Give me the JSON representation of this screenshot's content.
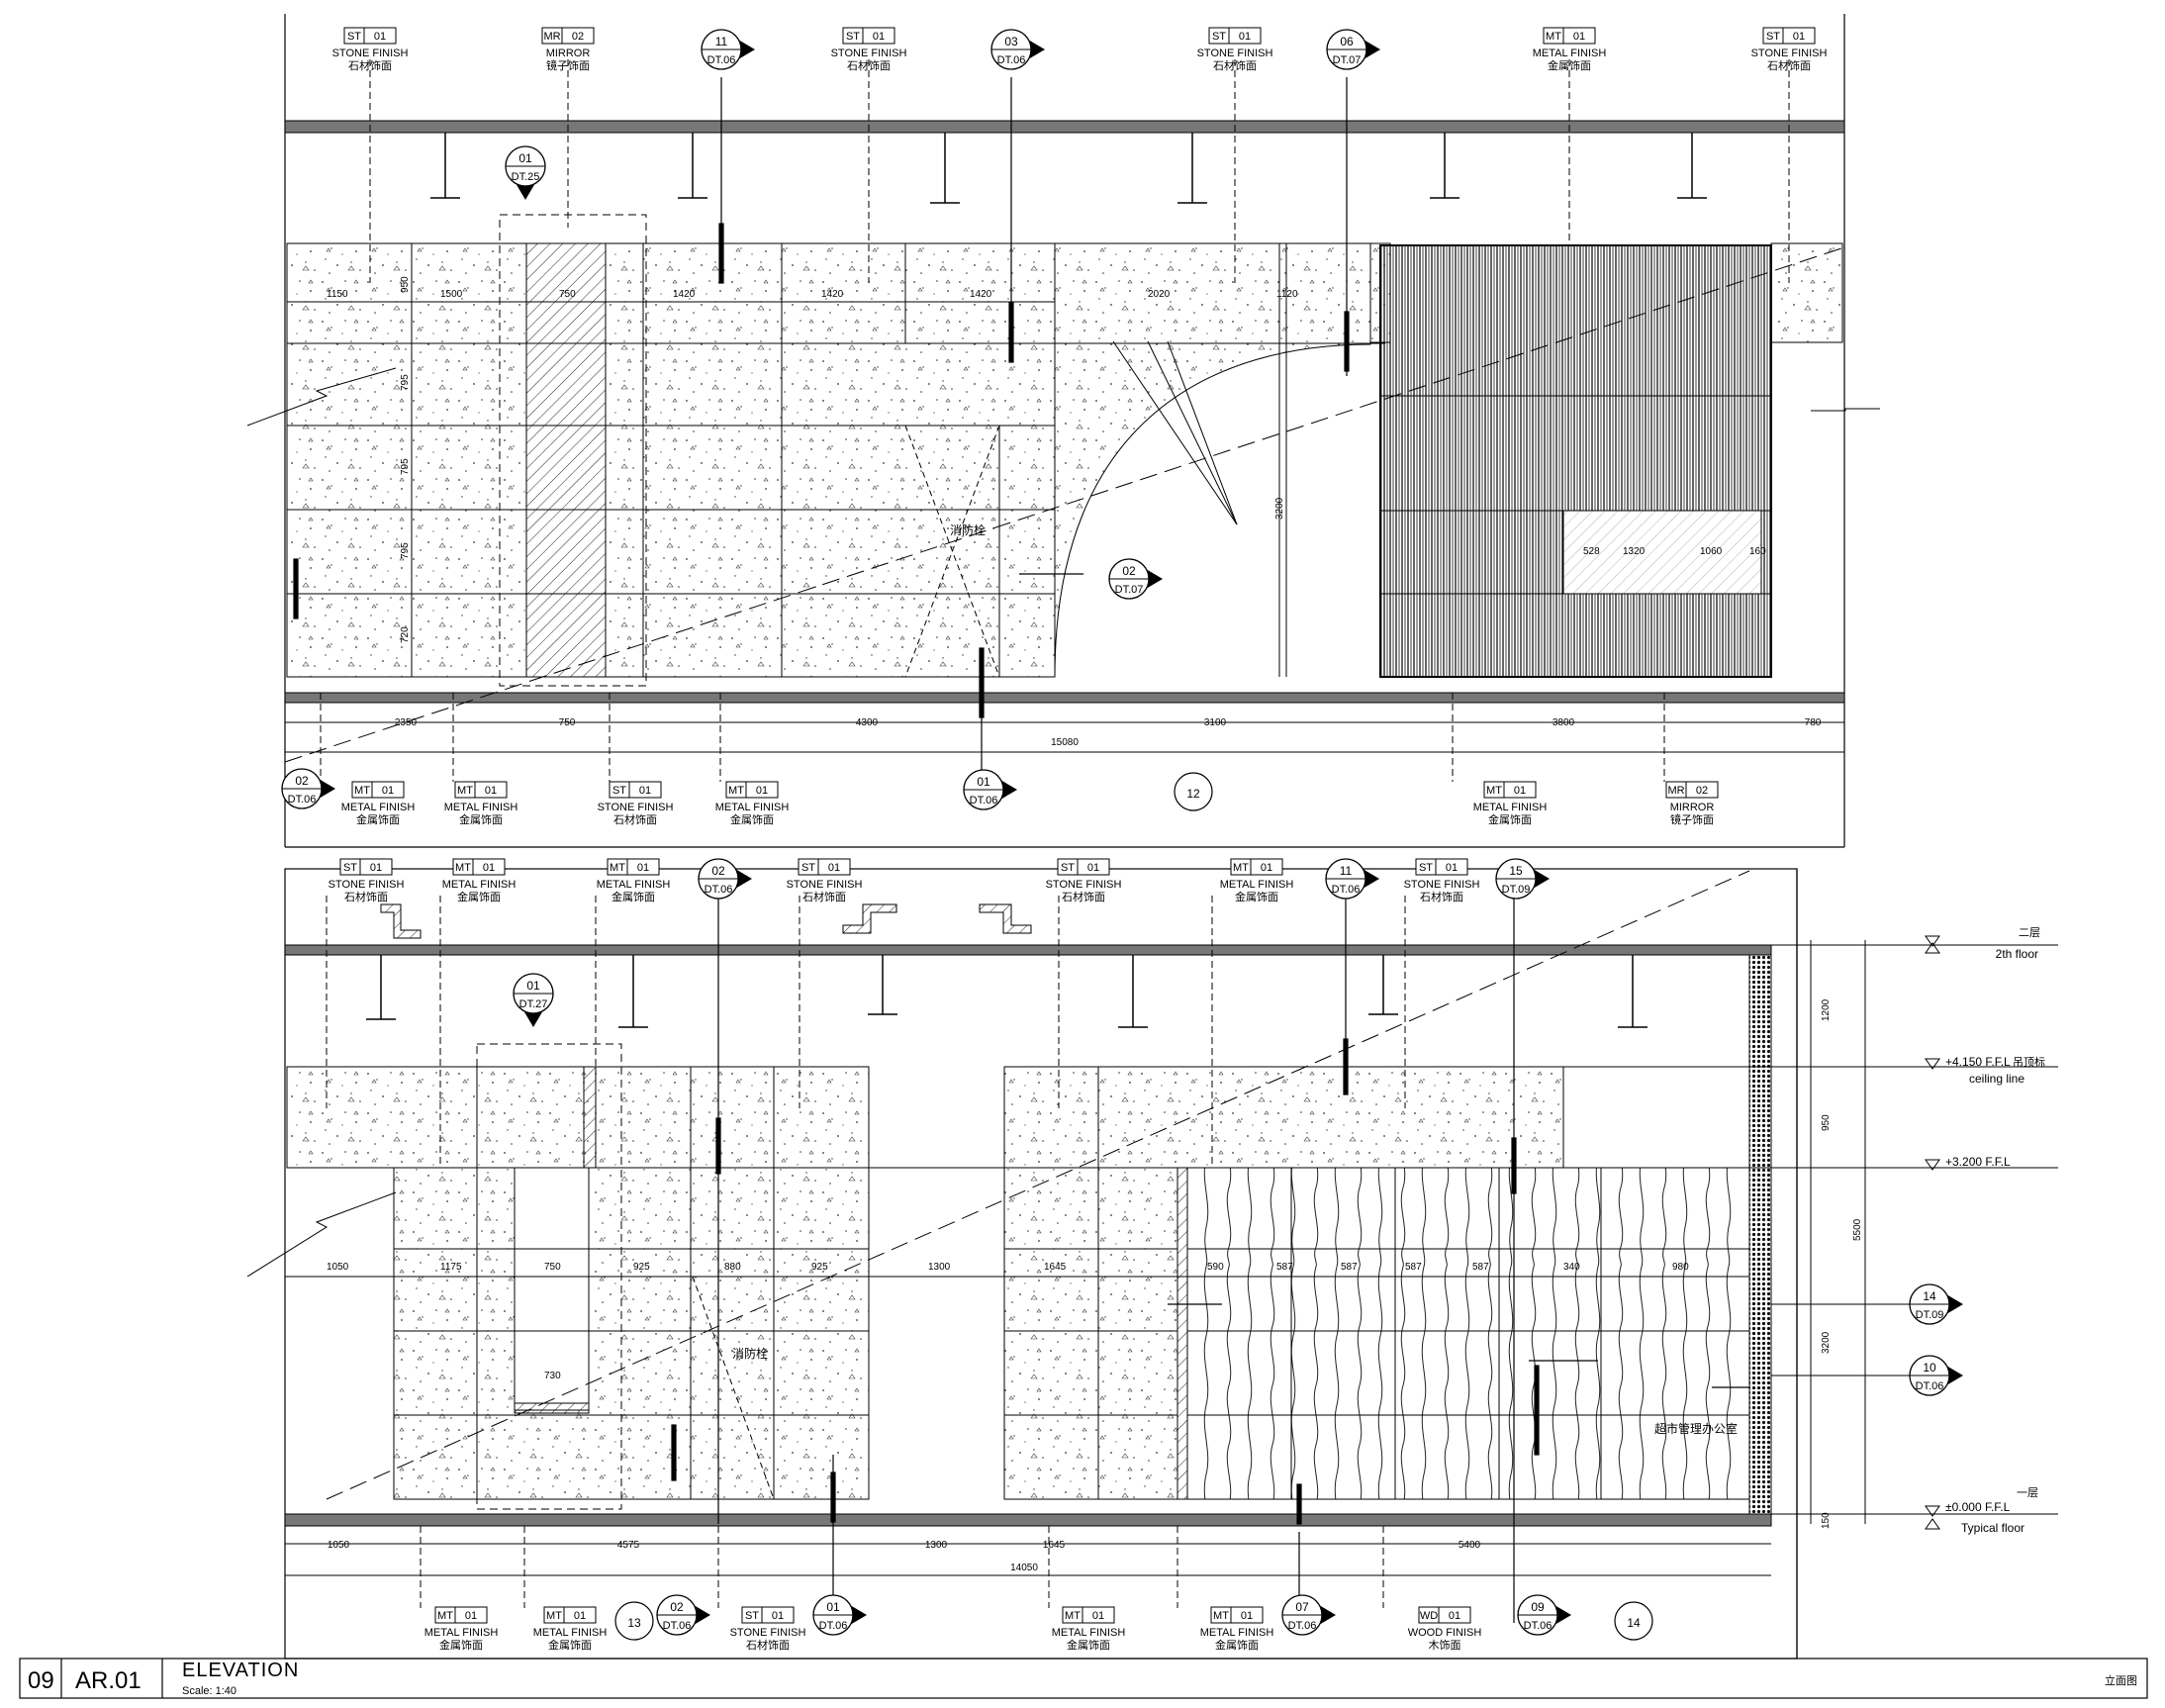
{
  "title_block": {
    "sheet_no": "09",
    "drawing_ref": "AR.01",
    "title": "ELEVATION",
    "scale": "Scale: 1:40",
    "title_cn": "立面图"
  },
  "upper_elevation": {
    "top_tags": [
      {
        "code": "ST",
        "num": "01",
        "en": "STONE FINISH",
        "cn": "石材饰面"
      },
      {
        "code": "MR",
        "num": "02",
        "en": "MIRROR",
        "cn": "镜子饰面"
      },
      {
        "code": "ST",
        "num": "01",
        "en": "STONE FINISH",
        "cn": "石材饰面"
      },
      {
        "code": "ST",
        "num": "01",
        "en": "STONE FINISH",
        "cn": "石材饰面"
      },
      {
        "code": "MT",
        "num": "01",
        "en": "METAL FINISH",
        "cn": "金属饰面"
      },
      {
        "code": "ST",
        "num": "01",
        "en": "STONE FINISH",
        "cn": "石材饰面"
      }
    ],
    "top_details": [
      {
        "num": "11",
        "ref": "DT.06"
      },
      {
        "num": "03",
        "ref": "DT.06"
      },
      {
        "num": "06",
        "ref": "DT.07"
      }
    ],
    "bottom_tags": [
      {
        "code": "MT",
        "num": "01",
        "en": "METAL FINISH",
        "cn": "金属饰面"
      },
      {
        "code": "MT",
        "num": "01",
        "en": "METAL FINISH",
        "cn": "金属饰面"
      },
      {
        "code": "ST",
        "num": "01",
        "en": "STONE FINISH",
        "cn": "石材饰面"
      },
      {
        "code": "MT",
        "num": "01",
        "en": "METAL FINISH",
        "cn": "金属饰面"
      },
      {
        "code": "MT",
        "num": "01",
        "en": "METAL FINISH",
        "cn": "金属饰面"
      },
      {
        "code": "MR",
        "num": "02",
        "en": "MIRROR",
        "cn": "镜子饰面"
      }
    ],
    "bottom_details": [
      {
        "num": "02",
        "ref": "DT.06"
      },
      {
        "num": "01",
        "ref": "DT.06"
      }
    ],
    "detail_mirror": {
      "num": "01",
      "ref": "DT.25"
    },
    "detail_curve": {
      "num": "02",
      "ref": "DT.07"
    },
    "grid_bubble": "12",
    "fire_hydrant_label": "消防栓",
    "dims_total": "15080",
    "dims": [
      "2350",
      "750",
      "4300",
      "3100",
      "3800",
      "780"
    ],
    "row_dims": [
      "1150",
      "1500",
      "750",
      "1420",
      "1420",
      "1420",
      "2020",
      "1120"
    ],
    "v_dims": [
      "950",
      "795",
      "795",
      "795",
      "720"
    ],
    "height_dim": "3200",
    "small_dims": [
      "528",
      "1320",
      "1060",
      "160"
    ]
  },
  "lower_elevation": {
    "top_tags": [
      {
        "code": "ST",
        "num": "01",
        "en": "STONE FINISH",
        "cn": "石材饰面"
      },
      {
        "code": "MT",
        "num": "01",
        "en": "METAL FINISH",
        "cn": "金属饰面"
      },
      {
        "code": "MT",
        "num": "01",
        "en": "METAL FINISH",
        "cn": "金属饰面"
      },
      {
        "code": "ST",
        "num": "01",
        "en": "STONE FINISH",
        "cn": "石材饰面"
      },
      {
        "code": "ST",
        "num": "01",
        "en": "STONE FINISH",
        "cn": "石材饰面"
      },
      {
        "code": "MT",
        "num": "01",
        "en": "METAL FINISH",
        "cn": "金属饰面"
      },
      {
        "code": "ST",
        "num": "01",
        "en": "STONE FINISH",
        "cn": "石材饰面"
      }
    ],
    "top_details": [
      {
        "num": "02",
        "ref": "DT.06"
      },
      {
        "num": "11",
        "ref": "DT.06"
      },
      {
        "num": "15",
        "ref": "DT.09"
      }
    ],
    "bottom_tags": [
      {
        "code": "MT",
        "num": "01",
        "en": "METAL FINISH",
        "cn": "金属饰面"
      },
      {
        "code": "MT",
        "num": "01",
        "en": "METAL FINISH",
        "cn": "金属饰面"
      },
      {
        "code": "ST",
        "num": "01",
        "en": "STONE FINISH",
        "cn": "石材饰面"
      },
      {
        "code": "MT",
        "num": "01",
        "en": "METAL FINISH",
        "cn": "金属饰面"
      },
      {
        "code": "MT",
        "num": "01",
        "en": "METAL FINISH",
        "cn": "金属饰面"
      },
      {
        "code": "WD",
        "num": "01",
        "en": "WOOD FINISH",
        "cn": "木饰面"
      }
    ],
    "bottom_details": [
      {
        "num": "02",
        "ref": "DT.06"
      },
      {
        "num": "01",
        "ref": "DT.06"
      },
      {
        "num": "07",
        "ref": "DT.06"
      },
      {
        "num": "09",
        "ref": "DT.06"
      }
    ],
    "detail_niche": {
      "num": "01",
      "ref": "DT.27"
    },
    "right_details": [
      {
        "num": "14",
        "ref": "DT.09"
      },
      {
        "num": "10",
        "ref": "DT.06"
      }
    ],
    "grid_bubbles": [
      "13",
      "14"
    ],
    "fire_hydrant_label": "消防栓",
    "office_label": "超市管理办公室",
    "dims_total": "14050",
    "dims": [
      "1050",
      "4575",
      "1300",
      "1645",
      "5400"
    ],
    "row_dims": [
      "1050",
      "1175",
      "750",
      "925",
      "880",
      "925",
      "1300",
      "1645",
      "590",
      "587",
      "587",
      "587",
      "587",
      "340",
      "980"
    ],
    "inner_dims": [
      "730"
    ],
    "levels": [
      {
        "cn": "二层",
        "en": "2th floor"
      },
      {
        "value": "+4.150 F.F.L",
        "cn": "吊顶标",
        "en": "ceiling line"
      },
      {
        "value": "+3.200 F.F.L"
      },
      {
        "value": "±0.000 F.F.L",
        "cn": "一层",
        "en": "Typical floor"
      }
    ],
    "level_dims": [
      "1200",
      "950",
      "3200",
      "5500",
      "150"
    ]
  }
}
